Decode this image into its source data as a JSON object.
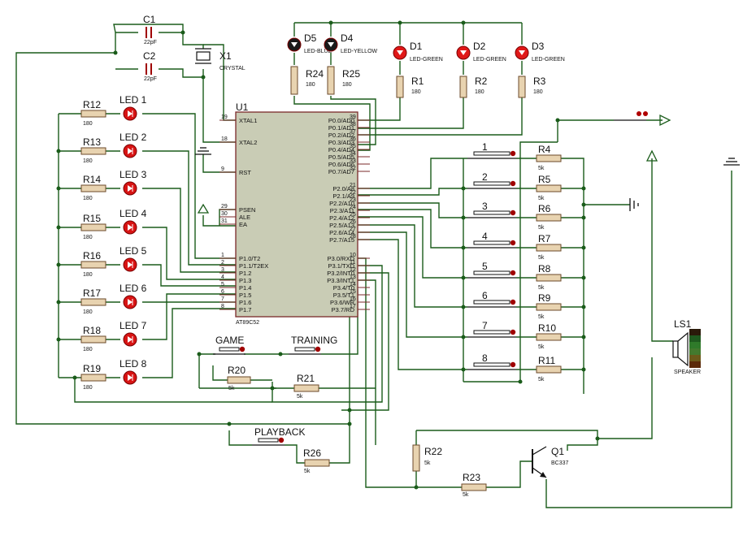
{
  "mcu": {
    "ref": "U1",
    "part": "AT89C52",
    "left_pins": [
      {
        "num": "19",
        "name": "XTAL1"
      },
      {
        "num": "18",
        "name": "XTAL2"
      },
      {
        "num": "9",
        "name": "RST"
      },
      {
        "num": "29",
        "name": "PSEN"
      },
      {
        "num": "30",
        "name": "ALE"
      },
      {
        "num": "31",
        "name": "EA"
      },
      {
        "num": "1",
        "name": "P1.0/T2"
      },
      {
        "num": "2",
        "name": "P1.1/T2EX"
      },
      {
        "num": "3",
        "name": "P1.2"
      },
      {
        "num": "4",
        "name": "P1.3"
      },
      {
        "num": "5",
        "name": "P1.4"
      },
      {
        "num": "6",
        "name": "P1.5"
      },
      {
        "num": "7",
        "name": "P1.6"
      },
      {
        "num": "8",
        "name": "P1.7"
      }
    ],
    "right_pins": [
      {
        "num": "39",
        "name": "P0.0/AD0"
      },
      {
        "num": "38",
        "name": "P0.1/AD1"
      },
      {
        "num": "37",
        "name": "P0.2/AD2"
      },
      {
        "num": "36",
        "name": "P0.3/AD3"
      },
      {
        "num": "35",
        "name": "P0.4/AD4"
      },
      {
        "num": "34",
        "name": "P0.5/AD5"
      },
      {
        "num": "33",
        "name": "P0.6/AD6"
      },
      {
        "num": "32",
        "name": "P0.7/AD7"
      },
      {
        "num": "21",
        "name": "P2.0/A8"
      },
      {
        "num": "22",
        "name": "P2.1/A9"
      },
      {
        "num": "23",
        "name": "P2.2/A10"
      },
      {
        "num": "24",
        "name": "P2.3/A11"
      },
      {
        "num": "25",
        "name": "P2.4/A12"
      },
      {
        "num": "26",
        "name": "P2.5/A13"
      },
      {
        "num": "27",
        "name": "P2.6/A14"
      },
      {
        "num": "28",
        "name": "P2.7/A15"
      },
      {
        "num": "10",
        "name": "P3.0/RXD"
      },
      {
        "num": "11",
        "name": "P3.1/TXD"
      },
      {
        "num": "12",
        "name": "P3.2/INT0"
      },
      {
        "num": "13",
        "name": "P3.3/INT1"
      },
      {
        "num": "14",
        "name": "P3.4/T0"
      },
      {
        "num": "15",
        "name": "P3.5/T1"
      },
      {
        "num": "16",
        "name": "P3.6/WR"
      },
      {
        "num": "17",
        "name": "P3.7/RD"
      }
    ]
  },
  "capacitors": [
    {
      "ref": "C1",
      "value": "22pF"
    },
    {
      "ref": "C2",
      "value": "22pF"
    }
  ],
  "crystal": {
    "ref": "X1",
    "value": "CRYSTAL"
  },
  "top_leds": [
    {
      "ref": "D5",
      "value": "LED-BLUE",
      "resistor": "R24",
      "rvalue": "180"
    },
    {
      "ref": "D4",
      "value": "LED-YELLOW",
      "resistor": "R25",
      "rvalue": "180"
    },
    {
      "ref": "D1",
      "value": "LED-GREEN",
      "resistor": "R1",
      "rvalue": "180"
    },
    {
      "ref": "D2",
      "value": "LED-GREEN",
      "resistor": "R2",
      "rvalue": "180"
    },
    {
      "ref": "D3",
      "value": "LED-GREEN",
      "resistor": "R3",
      "rvalue": "180"
    }
  ],
  "left_leds": [
    {
      "ref": "LED 1",
      "resistor": "R12",
      "rvalue": "180"
    },
    {
      "ref": "LED 2",
      "resistor": "R13",
      "rvalue": "180"
    },
    {
      "ref": "LED 3",
      "resistor": "R14",
      "rvalue": "180"
    },
    {
      "ref": "LED 4",
      "resistor": "R15",
      "rvalue": "180"
    },
    {
      "ref": "LED 5",
      "resistor": "R16",
      "rvalue": "180"
    },
    {
      "ref": "LED 6",
      "resistor": "R17",
      "rvalue": "180"
    },
    {
      "ref": "LED 7",
      "resistor": "R18",
      "rvalue": "180"
    },
    {
      "ref": "LED 8",
      "resistor": "R19",
      "rvalue": "180"
    }
  ],
  "keys": [
    {
      "ref": "1",
      "resistor": "R4",
      "rvalue": "5k"
    },
    {
      "ref": "2",
      "resistor": "R5",
      "rvalue": "5k"
    },
    {
      "ref": "3",
      "resistor": "R6",
      "rvalue": "5k"
    },
    {
      "ref": "4",
      "resistor": "R7",
      "rvalue": "5k"
    },
    {
      "ref": "5",
      "resistor": "R8",
      "rvalue": "5k"
    },
    {
      "ref": "6",
      "resistor": "R9",
      "rvalue": "5k"
    },
    {
      "ref": "7",
      "resistor": "R10",
      "rvalue": "5k"
    },
    {
      "ref": "8",
      "resistor": "R11",
      "rvalue": "5k"
    }
  ],
  "mode_buttons": {
    "game": "GAME",
    "training": "TRAINING",
    "playback": "PLAYBACK"
  },
  "bottom_resistors": [
    {
      "ref": "R20",
      "value": "5k"
    },
    {
      "ref": "R21",
      "value": "5k"
    },
    {
      "ref": "R26",
      "value": "5k"
    },
    {
      "ref": "R22",
      "value": "5k"
    },
    {
      "ref": "R23",
      "value": "5k"
    }
  ],
  "transistor": {
    "ref": "Q1",
    "value": "BC337"
  },
  "speaker": {
    "ref": "LS1",
    "value": "SPEAKER"
  }
}
